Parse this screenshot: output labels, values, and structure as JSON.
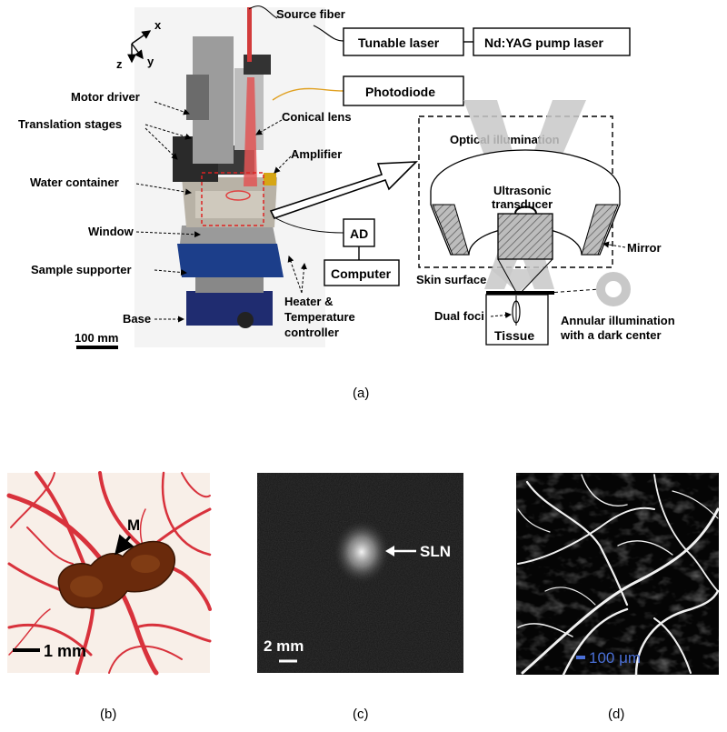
{
  "axes": {
    "x": "x",
    "y": "y",
    "z": "z"
  },
  "left_labels": {
    "motor_driver": "Motor driver",
    "translation_stages": "Translation stages",
    "water_container": "Water container",
    "window": "Window",
    "sample_supporter": "Sample supporter",
    "base": "Base"
  },
  "center_labels": {
    "source_fiber": "Source fiber",
    "conical_lens": "Conical lens",
    "amplifier": "Amplifier",
    "heater_line1": "Heater &",
    "heater_line2": "Temperature",
    "heater_line3": "controller"
  },
  "boxes": {
    "tunable_laser": "Tunable laser",
    "pump_laser": "Nd:YAG pump laser",
    "photodiode": "Photodiode",
    "ad": "AD",
    "computer": "Computer",
    "tissue": "Tissue"
  },
  "schematic": {
    "optical_illumination": "Optical illumination",
    "transducer_line1": "Ultrasonic",
    "transducer_line2": "transducer",
    "mirror": "Mirror",
    "skin_surface": "Skin surface",
    "dual_foci": "Dual foci",
    "annular_line1": "Annular illumination",
    "annular_line2": "with a dark center"
  },
  "scale_bars": {
    "a": "100 mm",
    "b": "1 mm",
    "c": "2 mm",
    "d": "100 μm"
  },
  "panel_labels": {
    "b_mark": "M",
    "c_mark": "SLN"
  },
  "captions": {
    "a": "(a)",
    "b": "(b)",
    "c": "(c)",
    "d": "(d)"
  },
  "colors": {
    "vessel": "#d8323c",
    "melanoma": "#6a2a0c",
    "beam_gray": "#c8c8c8",
    "scale_d": "#4a6fd6"
  }
}
